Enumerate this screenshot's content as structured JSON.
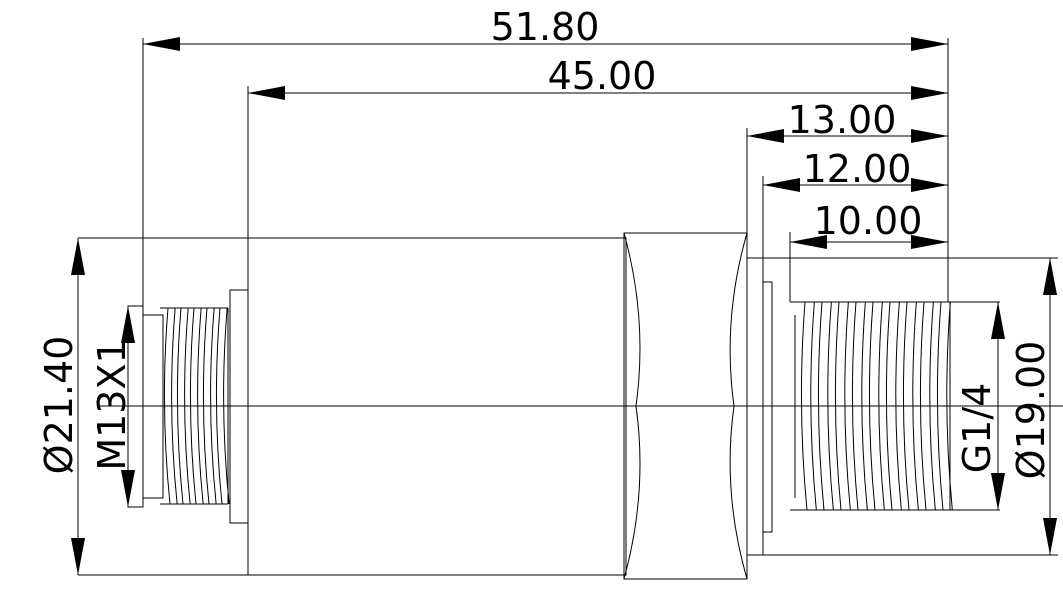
{
  "dimensions": {
    "overall_length": "51.80",
    "body_length": "45.00",
    "right_length_13": "13.00",
    "right_length_12": "12.00",
    "thread_length": "10.00",
    "left_body_diameter": "Ø21.40",
    "left_thread": "M13X1",
    "right_thread": "G1/4",
    "right_diameter": "Ø19.00"
  },
  "colors": {
    "line": "#000000",
    "background": "#ffffff"
  }
}
